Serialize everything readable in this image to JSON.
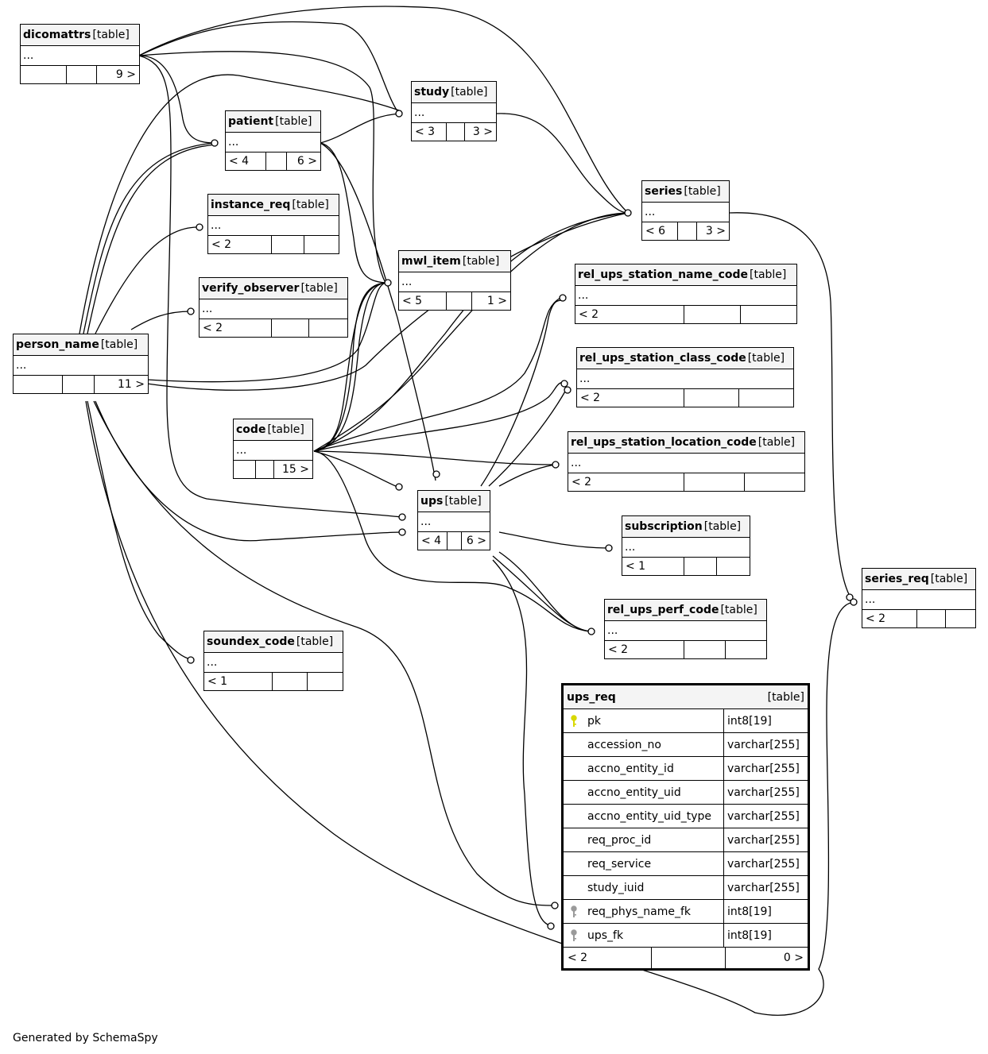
{
  "tables": {
    "dicomattrs": {
      "name": "dicomattrs",
      "tag": "[table]",
      "columns": "...",
      "parents": "",
      "children": "9 >"
    },
    "study": {
      "name": "study",
      "tag": "[table]",
      "columns": "...",
      "parents": "< 3",
      "children": "3 >"
    },
    "patient": {
      "name": "patient",
      "tag": "[table]",
      "columns": "...",
      "parents": "< 4",
      "children": "6 >"
    },
    "instance_req": {
      "name": "instance_req",
      "tag": "[table]",
      "columns": "...",
      "parents": "< 2",
      "children": ""
    },
    "verify_observer": {
      "name": "verify_observer",
      "tag": "[table]",
      "columns": "...",
      "parents": "< 2",
      "children": ""
    },
    "person_name": {
      "name": "person_name",
      "tag": "[table]",
      "columns": "...",
      "parents": "",
      "children": "11 >"
    },
    "series": {
      "name": "series",
      "tag": "[table]",
      "columns": "...",
      "parents": "< 6",
      "children": "3 >"
    },
    "mwl_item": {
      "name": "mwl_item",
      "tag": "[table]",
      "columns": "...",
      "parents": "< 5",
      "children": "1 >"
    },
    "rel_ups_station_name_code": {
      "name": "rel_ups_station_name_code",
      "tag": "[table]",
      "columns": "...",
      "parents": "< 2",
      "children": ""
    },
    "rel_ups_station_class_code": {
      "name": "rel_ups_station_class_code",
      "tag": "[table]",
      "columns": "...",
      "parents": "< 2",
      "children": ""
    },
    "rel_ups_station_location_code": {
      "name": "rel_ups_station_location_code",
      "tag": "[table]",
      "columns": "...",
      "parents": "< 2",
      "children": ""
    },
    "code": {
      "name": "code",
      "tag": "[table]",
      "columns": "...",
      "parents": "",
      "children": "15 >"
    },
    "ups": {
      "name": "ups",
      "tag": "[table]",
      "columns": "...",
      "parents": "< 4",
      "children": "6 >"
    },
    "subscription": {
      "name": "subscription",
      "tag": "[table]",
      "columns": "...",
      "parents": "< 1",
      "children": ""
    },
    "series_req": {
      "name": "series_req",
      "tag": "[table]",
      "columns": "...",
      "parents": "< 2",
      "children": ""
    },
    "rel_ups_perf_code": {
      "name": "rel_ups_perf_code",
      "tag": "[table]",
      "columns": "...",
      "parents": "< 2",
      "children": ""
    },
    "soundex_code": {
      "name": "soundex_code",
      "tag": "[table]",
      "columns": "...",
      "parents": "< 1",
      "children": ""
    }
  },
  "ups_req": {
    "name": "ups_req",
    "tag": "[table]",
    "rows": [
      {
        "name": "pk",
        "type": "int8[19]",
        "key": "primary"
      },
      {
        "name": "accession_no",
        "type": "varchar[255]",
        "key": ""
      },
      {
        "name": "accno_entity_id",
        "type": "varchar[255]",
        "key": ""
      },
      {
        "name": "accno_entity_uid",
        "type": "varchar[255]",
        "key": ""
      },
      {
        "name": "accno_entity_uid_type",
        "type": "varchar[255]",
        "key": ""
      },
      {
        "name": "req_proc_id",
        "type": "varchar[255]",
        "key": ""
      },
      {
        "name": "req_service",
        "type": "varchar[255]",
        "key": ""
      },
      {
        "name": "study_iuid",
        "type": "varchar[255]",
        "key": ""
      },
      {
        "name": "req_phys_name_fk",
        "type": "int8[19]",
        "key": "foreign"
      },
      {
        "name": "ups_fk",
        "type": "int8[19]",
        "key": "foreign"
      }
    ],
    "parents": "< 2",
    "children": "0 >"
  },
  "footer": "Generated by SchemaSpy",
  "colors": {
    "primary_key": "#d8d800",
    "foreign_key": "#9a9a9a",
    "header_bg": "#f4f4f4"
  }
}
